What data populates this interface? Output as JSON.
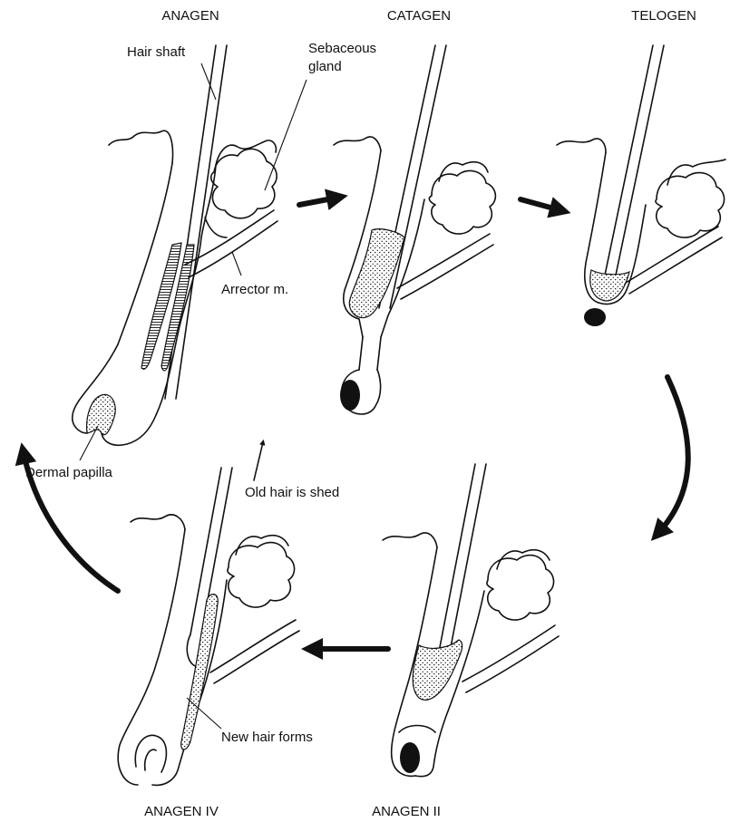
{
  "stages": {
    "anagen": "ANAGEN",
    "catagen": "CATAGEN",
    "telogen": "TELOGEN",
    "anagen_iv": "ANAGEN IV",
    "anagen_ii": "ANAGEN II"
  },
  "labels": {
    "hair_shaft": "Hair shaft",
    "sebaceous_line1": "Sebaceous",
    "sebaceous_line2": "gland",
    "arrector": "Arrector m.",
    "dermal_papilla": "Dermal papilla",
    "old_hair_shed": "Old hair is shed",
    "new_hair_forms": "New hair forms"
  }
}
